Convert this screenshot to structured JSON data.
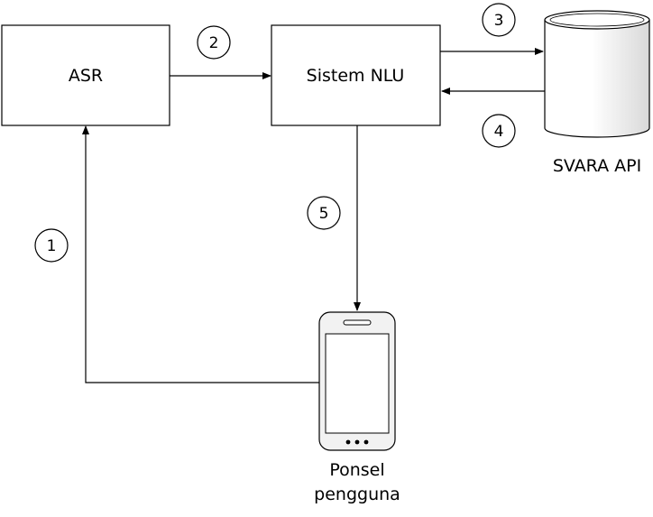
{
  "nodes": {
    "asr": {
      "label": "ASR"
    },
    "nlu": {
      "label": "Sistem NLU"
    },
    "api": {
      "label": "SVARA API"
    },
    "phone": {
      "label_line1": "Ponsel",
      "label_line2": "pengguna"
    }
  },
  "steps": [
    "1",
    "2",
    "3",
    "4",
    "5"
  ],
  "colors": {
    "stroke": "#000000",
    "background": "#ffffff",
    "cylinder_shade": "#d9d9d9",
    "phone_body": "#f2f2f2"
  }
}
